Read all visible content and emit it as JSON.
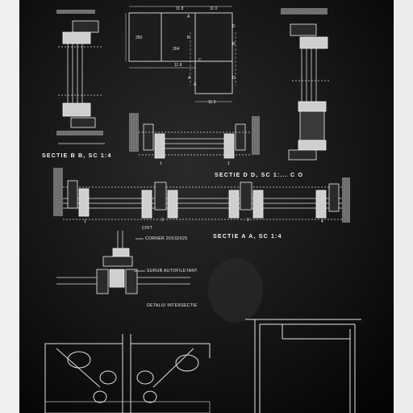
{
  "sheet": {
    "background_color": "#0e0e0e",
    "paper_color": "#f2f2f2",
    "line_color": "#e8e8e8"
  },
  "sections": {
    "bb_title": "SECTIE  B B,  SC 1:4",
    "dd_title": "SECTIE  D D, SC 1:... C O",
    "aa_title": "SECTIE  A A,  SC 1:4"
  },
  "plan_dims": {
    "top_a": "11 8",
    "top_b": "11 0",
    "left": "350",
    "center": "264",
    "mid": "11 8",
    "bottom": "11 0",
    "marks": [
      "A",
      "B",
      "A",
      "D",
      "B",
      "D",
      "A",
      "C"
    ]
  },
  "section_numbers": {
    "aa": [
      "1",
      "2",
      "3",
      "4"
    ],
    "bb_bottom": "1",
    "dd_bottom": "1"
  },
  "detail": {
    "label_chit": "CHIT",
    "label_corner": "CORNER  20X32X25",
    "label_surub": "SURUB AUTOFILETANT",
    "title": "DETALIU INTERSECTIE"
  },
  "notes": {
    "lines": [
      "",
      "",
      "",
      "",
      ""
    ]
  }
}
